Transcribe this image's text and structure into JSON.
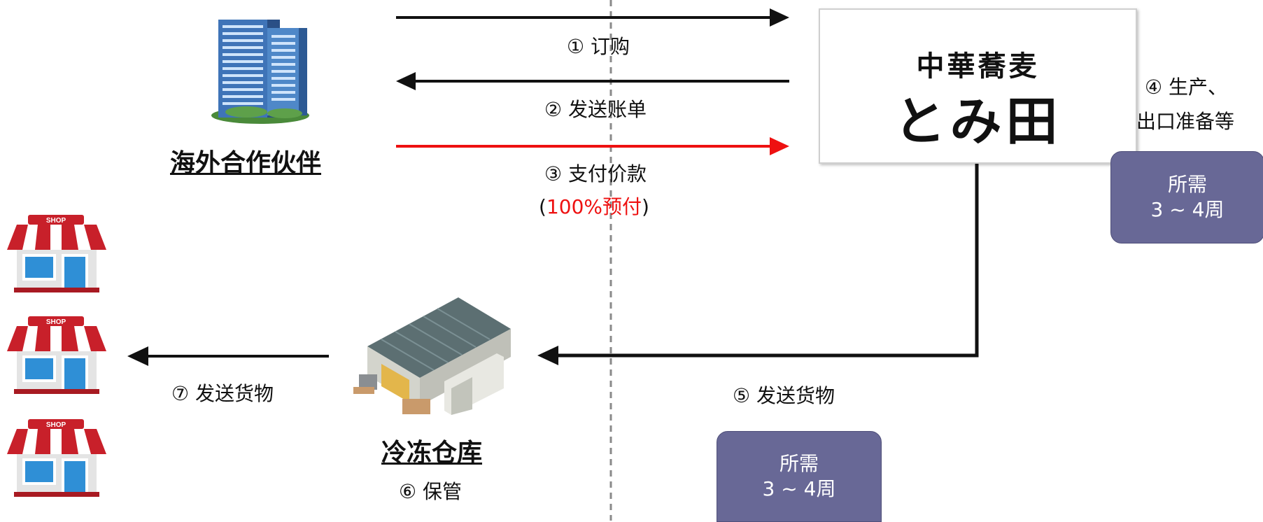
{
  "partner": {
    "label": "海外合作伙伴"
  },
  "warehouse": {
    "label": "冷冻仓库",
    "step": "⑥ 保管"
  },
  "shop": {
    "sign": "SHOP"
  },
  "logo": {
    "top": "中華蕎麦",
    "main": "とみ田"
  },
  "steps": {
    "order": "① 订购",
    "invoice": "② 发送账单",
    "payment": "③ 支付价款",
    "prepay_open": "(",
    "prepay": "100%预付",
    "prepay_close": ")",
    "production_line1": "④ 生产、",
    "production_line2": "出口准备等",
    "ship_to_warehouse": "⑤ 发送货物",
    "ship_to_shops": "⑦ 发送货物"
  },
  "durations": {
    "production": {
      "line1": "所需",
      "line2": "3 ~ 4周"
    },
    "shipping": {
      "line1": "所需",
      "line2": "3 ~ 4周"
    }
  },
  "colors": {
    "arrow": "#111111",
    "payment_arrow": "#ee1111",
    "pill": "#686896",
    "shop_red": "#c8202a"
  }
}
